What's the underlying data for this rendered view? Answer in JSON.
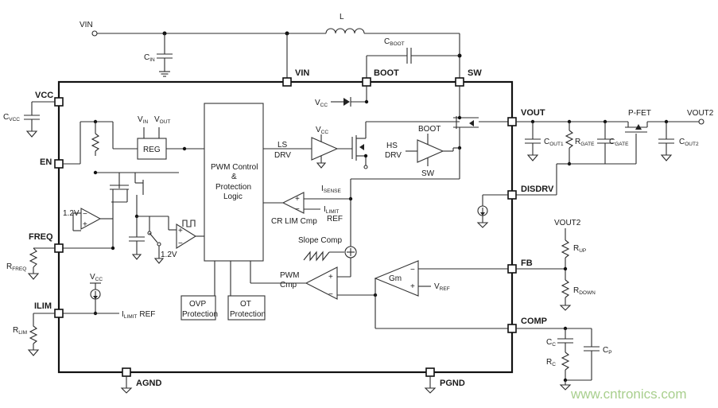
{
  "pins": {
    "vin": "VIN",
    "boot": "BOOT",
    "sw": "SW",
    "vcc": "VCC",
    "en": "EN",
    "freq": "FREQ",
    "ilim": "ILIM",
    "agnd": "AGND",
    "pgnd": "PGND",
    "vout": "VOUT",
    "disdrv": "DISDRV",
    "fb": "FB",
    "comp": "COMP"
  },
  "nets": {
    "vin": "VIN",
    "vout2_top": "VOUT2",
    "vout2_fb": "VOUT2",
    "pfet": "P-FET"
  },
  "inductor": "L",
  "caps": {
    "cin": "C",
    "cin_sub": "IN",
    "cboot": "C",
    "cboot_sub": "BOOT",
    "cvcc": "C",
    "cvcc_sub": "VCC",
    "cout1": "C",
    "cout1_sub": "OUT1",
    "cgate": "C",
    "cgate_sub": "GATE",
    "cout2": "C",
    "cout2_sub": "OUT2",
    "cc": "C",
    "cc_sub": "C",
    "cp": "C",
    "cp_sub": "P"
  },
  "resistors": {
    "rfreq": "R",
    "rfreq_sub": "FREQ",
    "rlim": "R",
    "rlim_sub": "LIM",
    "rgate": "R",
    "rgate_sub": "GATE",
    "rup": "R",
    "rup_sub": "UP",
    "rdown": "R",
    "rdown_sub": "DOWN",
    "rc": "R",
    "rc_sub": "C"
  },
  "blocks": {
    "reg": "REG",
    "pwm_line1": "PWM Control",
    "pwm_line2": "&",
    "pwm_line3": "Protection",
    "pwm_line4": "Logic",
    "ovp_line1": "OVP",
    "ovp_line2": "Protection",
    "ot_line1": "OT",
    "ot_line2": "Protection",
    "gm": "Gm"
  },
  "labels": {
    "reg_vin": "V",
    "reg_vin_sub": "IN",
    "reg_vout": "V",
    "reg_vout_sub": "OUT",
    "boot_vcc": "V",
    "boot_vcc_sub": "CC",
    "ls_vcc": "V",
    "ls_vcc_sub": "CC",
    "ls_drv_1": "LS",
    "ls_drv_2": "DRV",
    "hs_drv_1": "HS",
    "hs_drv_2": "DRV",
    "hs_boot": "BOOT",
    "hs_sw": "SW",
    "isense": "I",
    "isense_sub": "SENSE",
    "ilimit_ref_top": "I",
    "ilimit_ref_top_sub": "LIMIT",
    "ilimit_ref_top_2": "REF",
    "cr_lim_cmp": "CR LIM Cmp",
    "slope_comp": "Slope Comp",
    "pwm_cmp_1": "PWM",
    "pwm_cmp_2": "Cmp",
    "vref": "V",
    "vref_sub": "REF",
    "v12_a": "1.2V",
    "v12_b": "1.2V",
    "ilim_vcc": "V",
    "ilim_vcc_sub": "CC",
    "ilimit_ref_left": "I",
    "ilimit_ref_left_sub": "LIMIT",
    "ilimit_ref_left_2": "REF"
  },
  "watermark": "www.cntronics.com"
}
